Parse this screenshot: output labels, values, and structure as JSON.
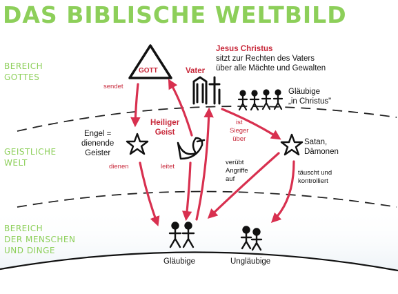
{
  "title": "DAS BIBLISCHE WELTBILD",
  "realms": {
    "god": [
      "BEREICH",
      "GOTTES"
    ],
    "spirit": [
      "GEISTLICHE",
      "WELT"
    ],
    "human": [
      "BEREICH",
      "DER MENSCHEN",
      "UND DINGE"
    ]
  },
  "nodes": {
    "gott": "GOTT",
    "vater": "Vater",
    "jesus_title": "Jesus Christus",
    "jesus_desc": [
      "sitzt zur Rechten des Vaters",
      "über alle Mächte und Gewalten"
    ],
    "glaeubige_top": [
      "Gläubige",
      "„in Christus\""
    ],
    "engel": [
      "Engel =",
      "dienende",
      "Geister"
    ],
    "heiliger_geist": [
      "Heiliger",
      "Geist"
    ],
    "satan": [
      "Satan,",
      "Dämonen"
    ],
    "glaeubige_bottom": "Gläubige",
    "unglaeubige": "Ungläubige"
  },
  "edges": {
    "sendet": "sendet",
    "dienen": "dienen",
    "leitet": "leitet",
    "sieger": [
      "ist",
      "Sieger",
      "über"
    ],
    "angriffe": [
      "verübt",
      "Angriffe",
      "auf"
    ],
    "taeuscht": [
      "täuscht und",
      "kontrolliert"
    ]
  },
  "colors": {
    "title": "#8dcf5a",
    "arrow": "#d8304f",
    "label_red": "#c8283a",
    "ground": "#dfe9f1"
  }
}
